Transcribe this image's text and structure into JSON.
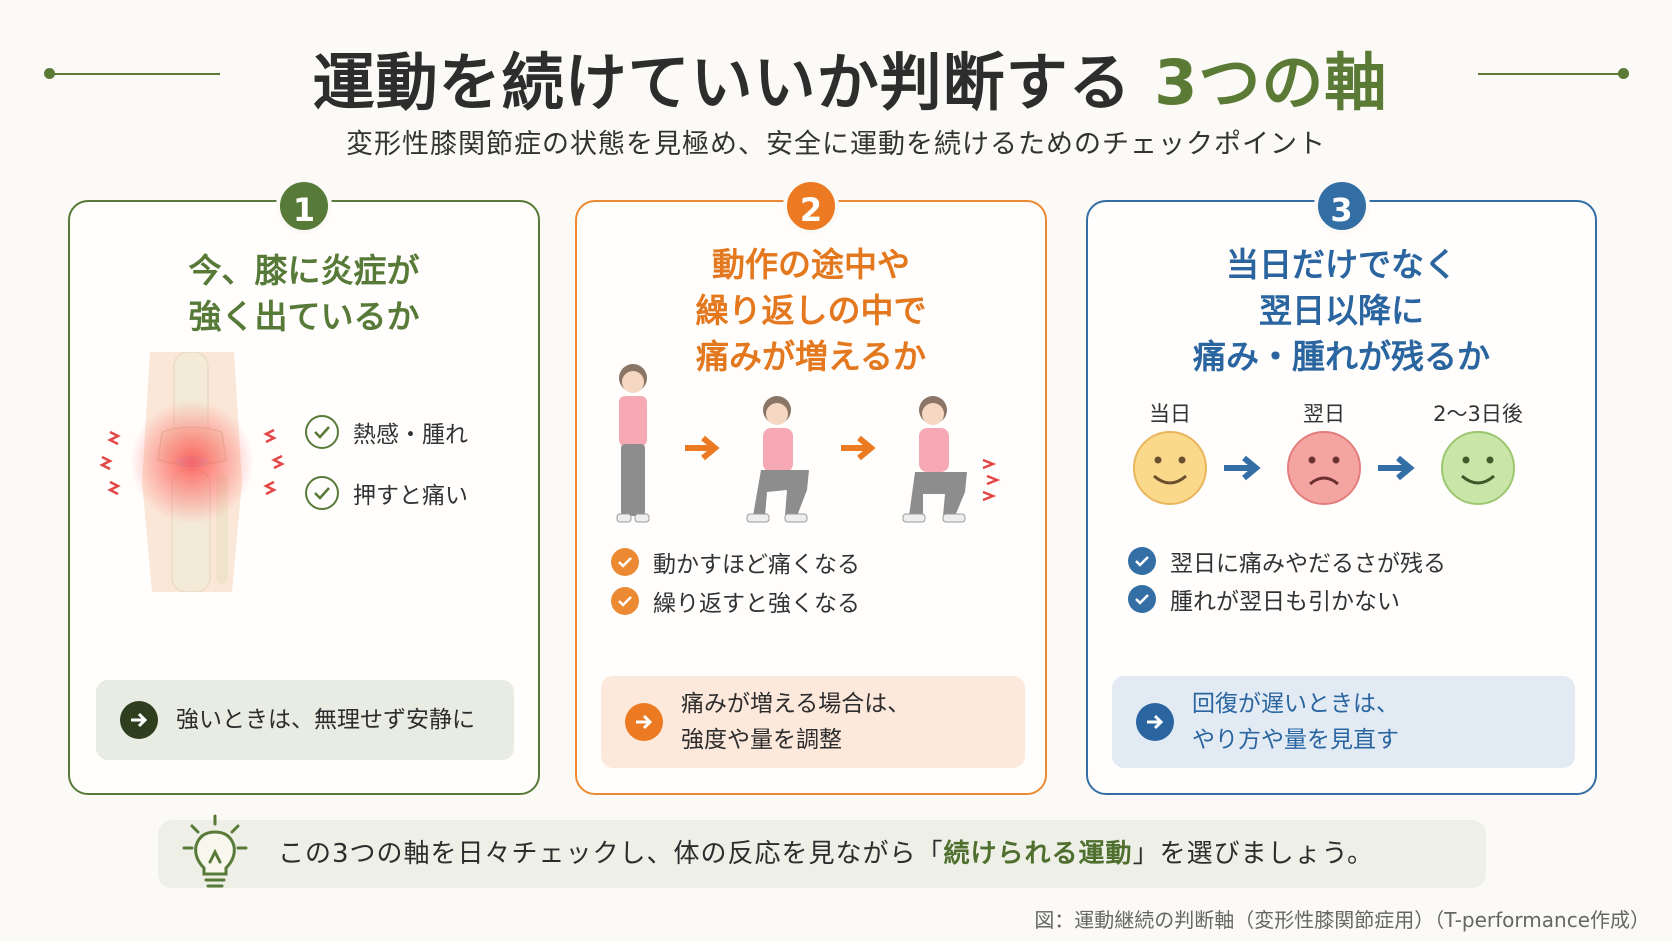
{
  "title": {
    "main": "運動を続けていいか判断する",
    "accent": "3つの軸"
  },
  "subtitle": "変形性膝関節症の状態を見極め、安全に運動を続けるためのチェックポイント",
  "cards": [
    {
      "number": "1",
      "title_lines": [
        "今、膝に炎症が",
        "強く出ているか"
      ],
      "checks": [
        "熱感・腫れ",
        "押すと痛い"
      ],
      "callout_lines": [
        "強いときは、無理せず安静に"
      ]
    },
    {
      "number": "2",
      "title_lines": [
        "動作の途中や",
        "繰り返しの中で",
        "痛みが増えるか"
      ],
      "checks": [
        "動かすほど痛くなる",
        "繰り返すと強くなる"
      ],
      "callout_lines": [
        "痛みが増える場合は、",
        "強度や量を調整"
      ]
    },
    {
      "number": "3",
      "title_lines": [
        "当日だけでなく",
        "翌日以降に",
        "痛み・腫れが残るか"
      ],
      "days": [
        "当日",
        "翌日",
        "2〜3日後"
      ],
      "checks": [
        "翌日に痛みやだるさが残る",
        "腫れが翌日も引かない"
      ],
      "callout_lines": [
        "回復が遅いときは、",
        "やり方や量を見直す"
      ]
    }
  ],
  "footer": {
    "before": "この3つの軸を日々チェックし、体の反応を見ながら「",
    "highlight": "続けられる運動",
    "after": "」を選びましょう。"
  },
  "caption": "図：運動継続の判断軸（変形性膝関節症用）（T-performance作成）",
  "colors": {
    "green": "#587a38",
    "orange": "#ec8a33",
    "blue": "#336ea5"
  }
}
